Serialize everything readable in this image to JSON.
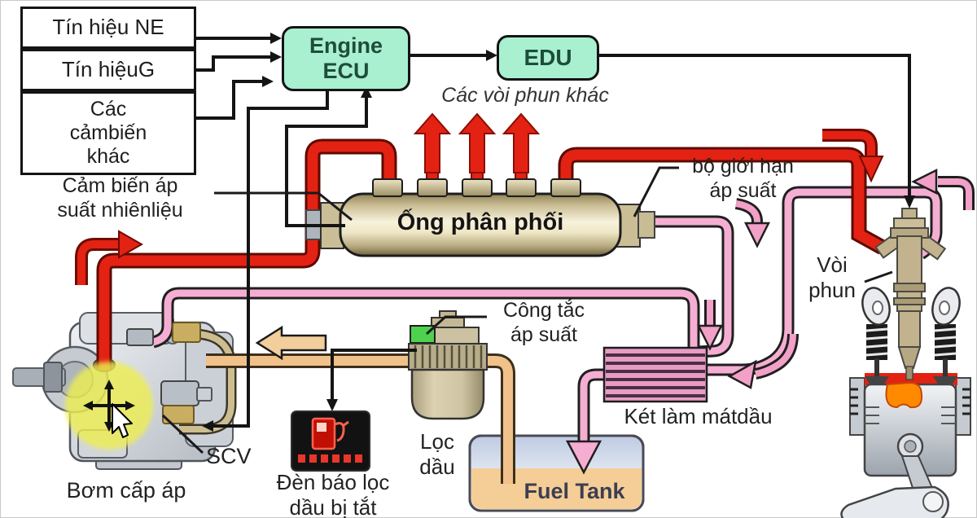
{
  "diagram": {
    "signal_boxes": [
      {
        "label": "Tín hiệu NE"
      },
      {
        "label": "Tín hiệuG"
      },
      {
        "label_lines": [
          "Các",
          "cảmbiến",
          "khác"
        ]
      }
    ],
    "ecu": {
      "line1": "Engine",
      "line2": "ECU"
    },
    "edu": {
      "label": "EDU"
    },
    "annotations": {
      "other_injectors": "Các vòi phun khác",
      "fuel_pressure_sensor": [
        "Cảm biến áp",
        "suất nhiênliệu"
      ],
      "pressure_limiter": [
        "bộ giới hạn",
        "áp suất"
      ],
      "rail": "Ống phân phối",
      "injector": [
        "Vòi",
        "phun"
      ],
      "pressure_switch": [
        "Công tắc",
        "áp suất"
      ],
      "fuel_cooler": "Két làm mátdầu",
      "fuel_filter": [
        "Lọc",
        "dầu"
      ],
      "fuel_tank": "Fuel Tank",
      "scv": "SCV",
      "filter_warning_lamp": [
        "Đèn báo lọc",
        "dầu bị tắt"
      ],
      "supply_pump": "Bơm cấp áp"
    },
    "colors": {
      "high_pressure_red": "#E32213",
      "return_pink": "#F5AED2",
      "low_pressure_tan": "#F0C18A",
      "ecu_green": "#A8F0D0",
      "rail_tan": "#D9CDA5",
      "highlight_yellow": "#EDEE52",
      "lamp_red": "#C01005"
    }
  }
}
